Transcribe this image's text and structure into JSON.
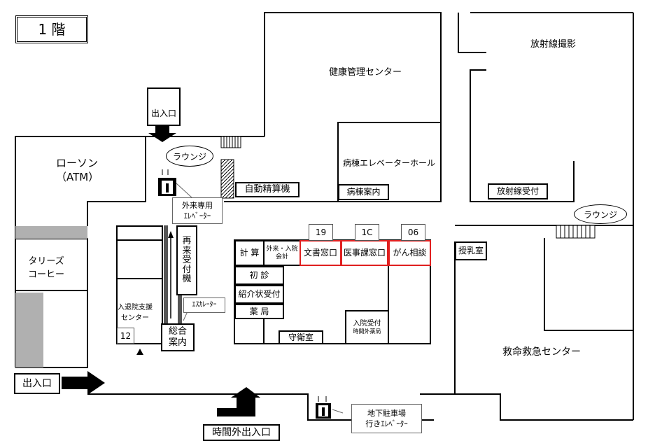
{
  "floor_title": "1 階",
  "rooms": {
    "health_center": "健康管理センター",
    "radiology": "放射線撮影",
    "ward_elevator_hall": "病棟エレベーターホール",
    "ward_info": "病棟案内",
    "radiology_reception": "放射線受付",
    "lawson": "ローソン",
    "atm": "（ATM）",
    "tullys": "タリーズ\nコーヒー",
    "auto_payment": "自動精算機",
    "admission_support": "入退院支援\nセンター",
    "general_info": "総合\n案内",
    "revisit_reception": "再\n来\n受\n付\n機",
    "calc": "計 算",
    "outpatient_billing": "外来・入院\n会計",
    "document_window": "文書窓口",
    "medical_affairs_window": "医事課窓口",
    "cancer_consult": "がん相談",
    "first_visit": "初 診",
    "referral_reception": "紹介状受付",
    "pharmacy": "薬 局",
    "guard_room": "守衛室",
    "admission_reception": "入院受付",
    "after_hours_pharmacy": "時間外薬局",
    "lactation_room": "授乳室",
    "emergency_center": "救命救急センター"
  },
  "window_numbers": {
    "document": "19",
    "medical_affairs": "1C",
    "cancer": "06",
    "admission_support": "12"
  },
  "lounges": [
    "ラウンジ",
    "ラウンジ"
  ],
  "entrances": {
    "top": "出入口",
    "left": "出入口",
    "after_hours": "時間外出入口"
  },
  "callouts": {
    "outpatient_elevator": "外来専用\nｴﾚﾍﾞｰﾀｰ",
    "escalator": "ｴｽｶﾚｰﾀｰ",
    "parking_elevator": "地下駐車場\n行きｴﾚﾍﾞｰﾀｰ"
  },
  "colors": {
    "highlight": "#e02020",
    "gray_block": "#b0b0b0"
  }
}
